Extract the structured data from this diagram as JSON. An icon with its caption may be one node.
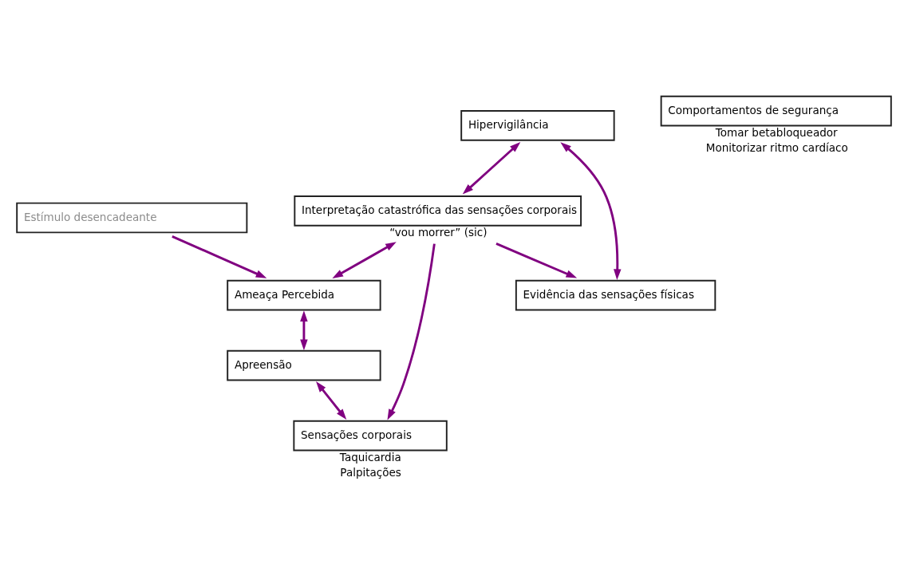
{
  "diagram": {
    "nodes": [
      {
        "text": [
          "Estímulo desencadeante"
        ]
      },
      {
        "text": [
          "Hipervigilância"
        ]
      },
      {
        "text": [
          "Ameaça Percebida"
        ]
      },
      {
        "text": [
          "Interpretação catastrófica das sensações corporais"
        ],
        "beside": [
          "“vou morrer” (sic)"
        ]
      },
      {
        "text": [
          "Apreensão"
        ]
      },
      {
        "text": [
          "Evidência das sensações físicas"
        ]
      },
      {
        "text": [
          "Sensações corporais"
        ],
        "beside": [
          "Taquicardia",
          "Palpitações"
        ]
      },
      {
        "text": [
          "Comportamentos de segurança"
        ],
        "beside": [
          "Tomar betabloqueador",
          "Monitorizar ritmo cardíaco"
        ]
      }
    ],
    "edges": [
      {
        "from": 0,
        "to": 2,
        "arrow": "to"
      },
      {
        "from": 1,
        "to": 3,
        "arrow": "both"
      },
      {
        "from": 3,
        "to": 2,
        "arrow": "both"
      },
      {
        "from": 2,
        "to": 4,
        "arrow": "both"
      },
      {
        "from": 4,
        "to": 6,
        "arrow": "both"
      },
      {
        "from": 3,
        "to": 5,
        "arrow": "to"
      },
      {
        "from": 3,
        "to": 6,
        "arrow": "to"
      },
      {
        "from": 1,
        "to": 5,
        "arrow": "both"
      }
    ]
  }
}
